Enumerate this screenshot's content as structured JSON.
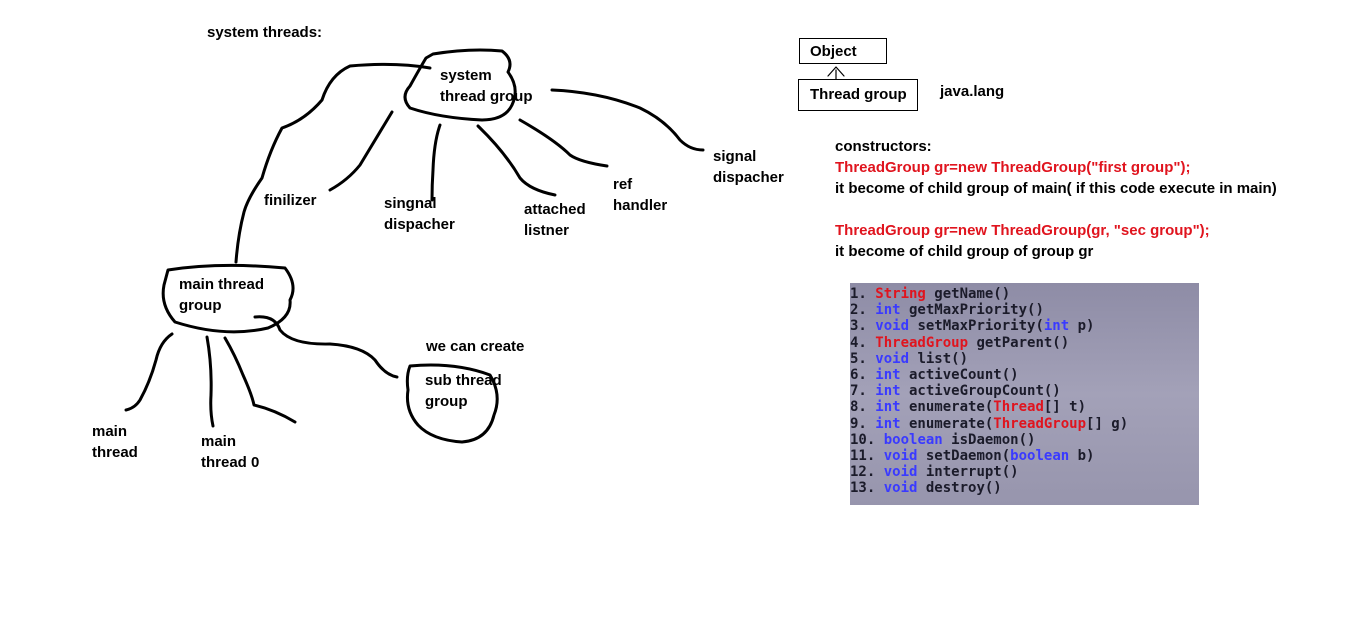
{
  "diagram": {
    "heading": "system threads:",
    "system_group": [
      "system",
      "thread group"
    ],
    "finilizer": "finilizer",
    "signal1": [
      "singnal",
      "dispacher"
    ],
    "attached": [
      "attached",
      "listner"
    ],
    "ref": [
      "ref",
      "handler"
    ],
    "signal2": [
      "signal",
      "dispacher"
    ],
    "main_group": [
      "main thread",
      "group"
    ],
    "we_can_create": "we can create",
    "sub_group": [
      "sub thread",
      "group"
    ],
    "main_thread": [
      "main",
      "thread"
    ],
    "main_thread0": [
      "main",
      "thread 0"
    ]
  },
  "hierarchy": {
    "object": "Object",
    "thread_group": "Thread group",
    "package": "java.lang"
  },
  "constructors": {
    "title": "constructors:",
    "code1": "ThreadGroup gr=new ThreadGroup(\"first group\");",
    "desc1": "it become of child group of main( if this code execute in main)",
    "code2": "ThreadGroup gr=new ThreadGroup(gr, \"sec group\");",
    "desc2": "it become of child group of group gr"
  },
  "methods": [
    {
      "num": "1.",
      "type": "String",
      "type_kind": "cls",
      "name": " getName()"
    },
    {
      "num": "2.",
      "type": "int",
      "type_kind": "kw",
      "name": " getMaxPriority()"
    },
    {
      "num": "3.",
      "type": "void",
      "type_kind": "kw",
      "name": " setMaxPriority(",
      "arg_type": "int",
      "arg_kind": "kw",
      "tail": " p)"
    },
    {
      "num": "4.",
      "type": "ThreadGroup",
      "type_kind": "cls",
      "name": " getParent()"
    },
    {
      "num": "5.",
      "type": "void",
      "type_kind": "kw",
      "name": " list()"
    },
    {
      "num": "6.",
      "type": "int",
      "type_kind": "kw",
      "name": " activeCount()"
    },
    {
      "num": "7.",
      "type": "int",
      "type_kind": "kw",
      "name": " activeGroupCount()"
    },
    {
      "num": "8.",
      "type": "int",
      "type_kind": "kw",
      "name": " enumerate(",
      "arg_type": "Thread",
      "arg_kind": "cls",
      "tail": "[] t)"
    },
    {
      "num": "9.",
      "type": "int",
      "type_kind": "kw",
      "name": " enumerate(",
      "arg_type": "ThreadGroup",
      "arg_kind": "cls",
      "tail": "[] g)"
    },
    {
      "num": "10.",
      "type": "boolean",
      "type_kind": "kw",
      "name": " isDaemon()"
    },
    {
      "num": "11.",
      "type": "void",
      "type_kind": "kw",
      "name": " setDaemon(",
      "arg_type": "boolean",
      "arg_kind": "kw",
      "tail": " b)"
    },
    {
      "num": "12.",
      "type": "void",
      "type_kind": "kw",
      "name": " interrupt()"
    },
    {
      "num": "13.",
      "type": "void",
      "type_kind": "kw",
      "name": " destroy()"
    }
  ]
}
